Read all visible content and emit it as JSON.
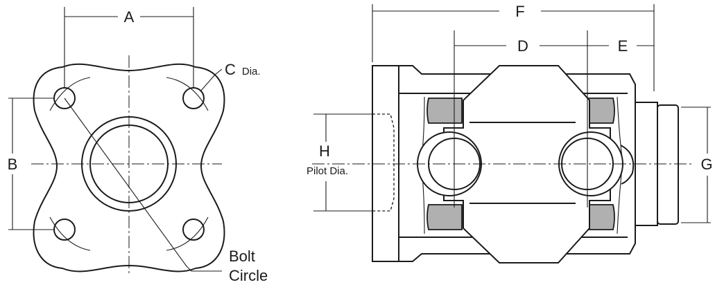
{
  "labels": {
    "a": "A",
    "b": "B",
    "c": "C",
    "c_suffix": "Dia.",
    "bolt_line1": "Bolt",
    "bolt_line2": "Circle",
    "d": "D",
    "e": "E",
    "f": "F",
    "g": "G",
    "h": "H",
    "h_sub": "Pilot Dia."
  }
}
